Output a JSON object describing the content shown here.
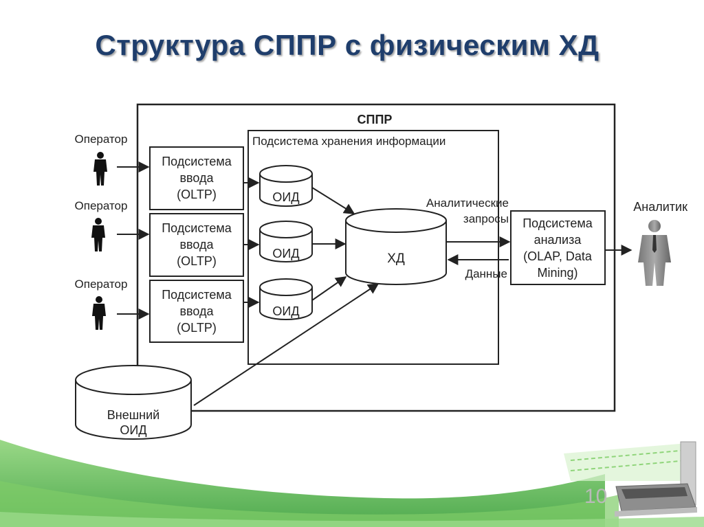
{
  "slide": {
    "title": "Структура СППР с физическим ХД",
    "page_number": "10"
  },
  "diagram": {
    "outer_system_label": "СППР",
    "storage_subsystem_label": "Подсистема хранения информации",
    "operators": [
      "Оператор",
      "Оператор",
      "Оператор"
    ],
    "input_subsystems": [
      [
        "Подсистема",
        "ввода",
        "(OLTP)"
      ],
      [
        "Подсистема",
        "ввода",
        "(OLTP)"
      ],
      [
        "Подсистема",
        "ввода",
        "(OLTP)"
      ]
    ],
    "oid_label": "ОИД",
    "warehouse_label": "ХД",
    "external_oid": [
      "Внешний",
      "ОИД"
    ],
    "analytic_queries": [
      "Аналитические",
      "запросы"
    ],
    "data_label": "Данные",
    "analysis_subsystem": [
      "Подсистема",
      "анализа",
      "(OLAP, Data",
      "Mining)"
    ],
    "analyst_label": "Аналитик"
  },
  "colors": {
    "title": "#1f3e6c",
    "green_wave": "#6cc05a",
    "line": "#222222"
  }
}
